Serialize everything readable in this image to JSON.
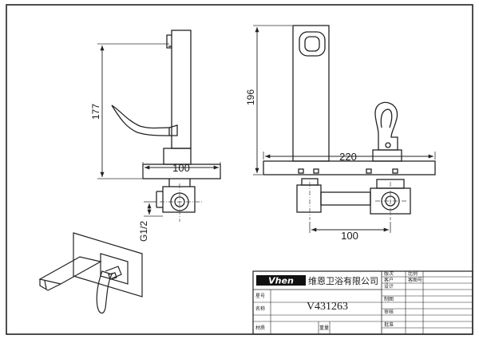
{
  "dimensions": {
    "side_width": "100",
    "side_height": "177",
    "thread": "G1/2",
    "front_height": "196",
    "front_width": "220",
    "bottom_width": "100"
  },
  "title_block": {
    "logo": "Vhen",
    "company": "维恩卫浴有限公司",
    "model": "V431263",
    "row_labels": [
      "星号",
      "名称",
      "材质"
    ],
    "quality_label": "重量",
    "right_labels": [
      [
        "版次",
        "比例"
      ],
      [
        "客户",
        "客图号"
      ],
      [
        "设计",
        ""
      ],
      [
        "制图",
        ""
      ],
      [
        "审核",
        ""
      ],
      [
        "批准",
        ""
      ]
    ]
  }
}
